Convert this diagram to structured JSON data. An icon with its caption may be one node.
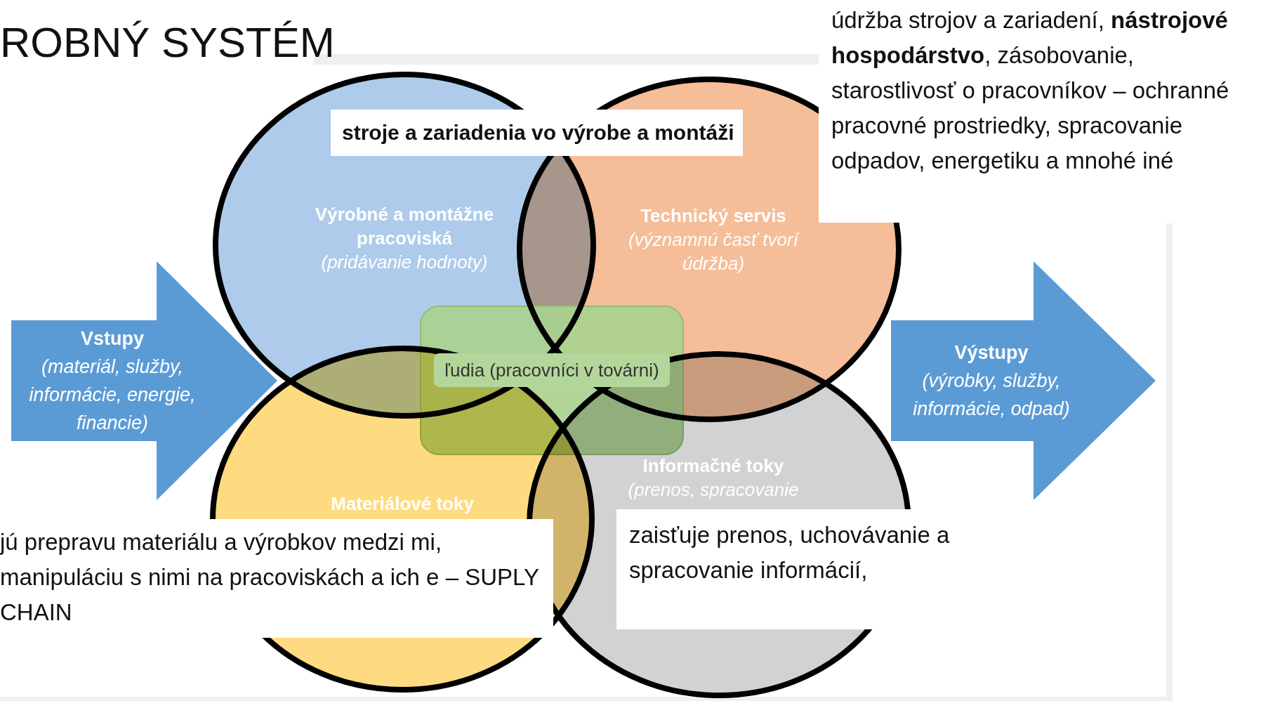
{
  "diagram": {
    "title": "ROBNÝ SYSTÉM",
    "nodes": [
      {
        "text": [
          "údržba strojov a zariadení, **nástrojové hospodárstvo**, zásobovanie, starostlivosť o pracovníkov – ochranné pracovné prostriedky, spracovanie odpadov, energetiku a mnohé iné"
        ]
      },
      {
        "text": [
          "stroje a zariadenia vo výrobe a montáži"
        ]
      },
      {
        "text": [
          "Výrobné a montážne pracoviská",
          "(pridávanie hodnoty)"
        ]
      },
      {
        "text": [
          "Technický servis",
          "(významnú časť tvorí údržba)"
        ]
      },
      {
        "text": [
          "Vstupy",
          "(materiál, služby, informácie, energie, financie)"
        ]
      },
      {
        "text": [
          "ľudia (pracovníci v továrni)"
        ]
      },
      {
        "text": [
          "Výstupy",
          "(výrobky, služby, informácie, odpad)"
        ]
      },
      {
        "text": [
          "Materiálové toky"
        ]
      },
      {
        "text": [
          "Informačné toky",
          "(prenos, spracovanie"
        ]
      },
      {
        "text": [
          "jú prepravu materiálu a výrobkov medzi mi, manipuláciu s nimi na pracoviskách a ich e – SUPLY CHAIN"
        ]
      },
      {
        "text": [
          "zaisťuje prenos, uchovávanie a spracovanie informácií,"
        ]
      }
    ]
  }
}
